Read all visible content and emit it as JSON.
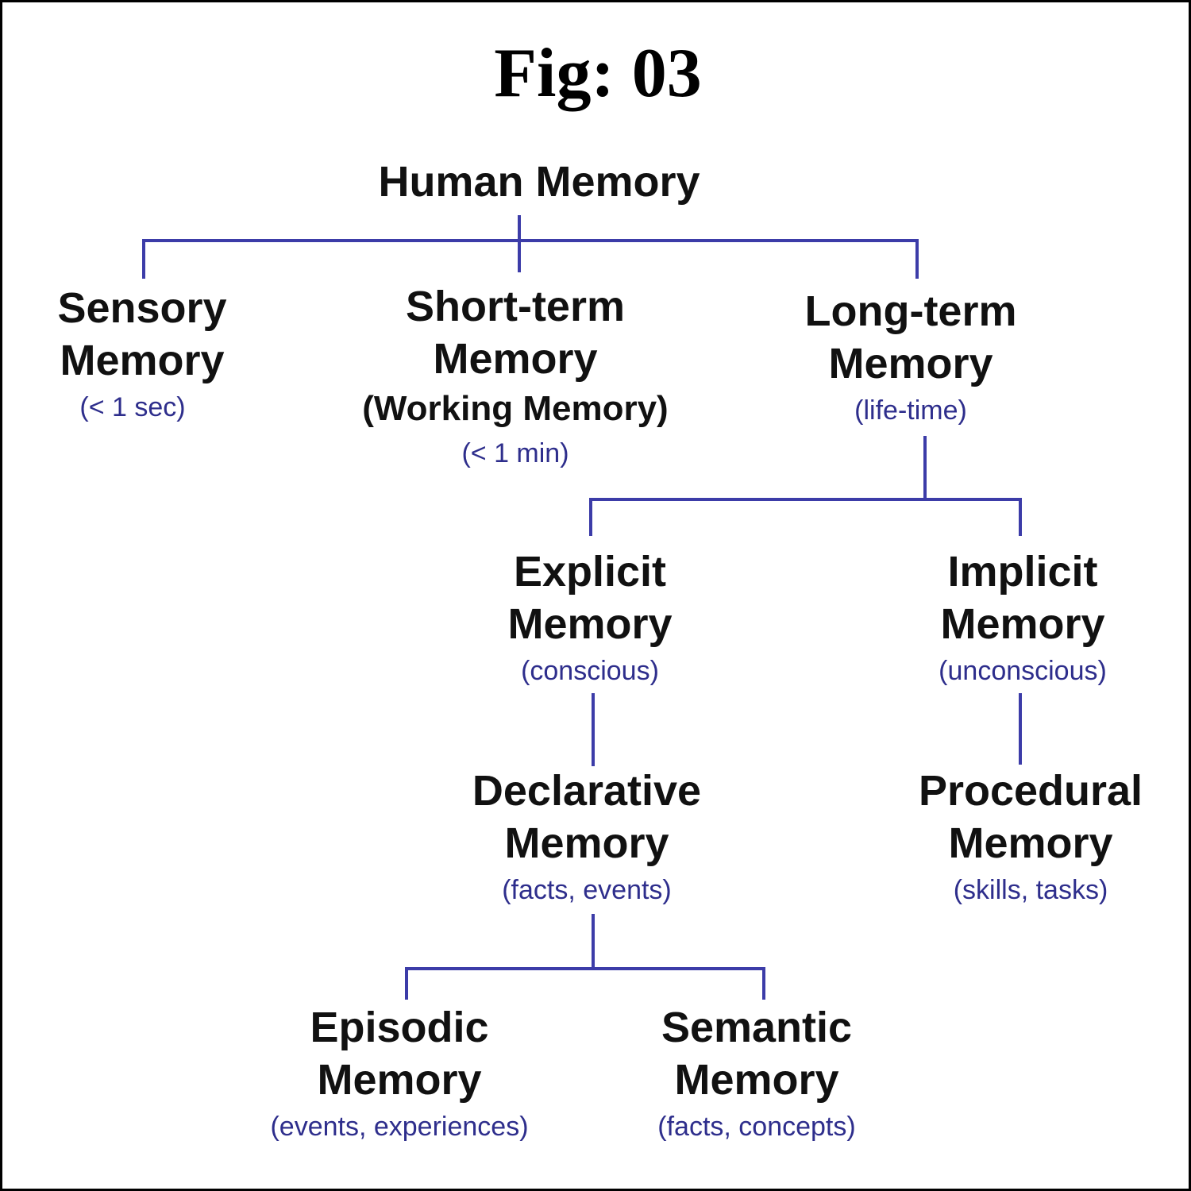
{
  "figure": {
    "title": "Fig: 03"
  },
  "colors": {
    "connector": "#3c3ca8",
    "note_text": "#2e2e8c",
    "label_text": "#111111",
    "frame": "#000000"
  },
  "nodes": {
    "human": {
      "line1": "Human Memory"
    },
    "sensory": {
      "line1": "Sensory",
      "line2": "Memory",
      "note": "(< 1 sec)"
    },
    "short_term": {
      "line1": "Short-term",
      "line2": "Memory",
      "line3": "(Working Memory)",
      "note": "(< 1 min)"
    },
    "long_term": {
      "line1": "Long-term",
      "line2": "Memory",
      "note": "(life-time)"
    },
    "explicit": {
      "line1": "Explicit",
      "line2": "Memory",
      "note": "(conscious)"
    },
    "implicit": {
      "line1": "Implicit",
      "line2": "Memory",
      "note": "(unconscious)"
    },
    "declarative": {
      "line1": "Declarative",
      "line2": "Memory",
      "note": "(facts, events)"
    },
    "procedural": {
      "line1": "Procedural",
      "line2": "Memory",
      "note": "(skills, tasks)"
    },
    "episodic": {
      "line1": "Episodic",
      "line2": "Memory",
      "note": "(events, experiences)"
    },
    "semantic": {
      "line1": "Semantic",
      "line2": "Memory",
      "note": "(facts, concepts)"
    }
  }
}
